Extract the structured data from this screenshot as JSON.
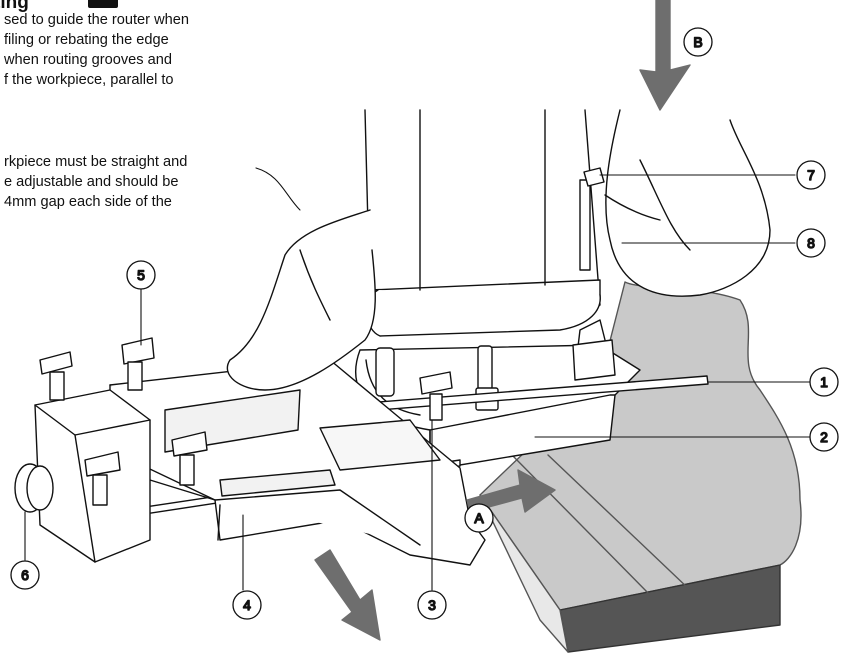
{
  "section": {
    "heading": "ting",
    "paragraph1": [
      "sed to guide the router when",
      "filing or rebating the edge",
      " when routing grooves and",
      "f the workpiece, parallel to"
    ],
    "paragraph2": [
      "rkpiece must be straight and",
      "e adjustable and should be",
      "4mm gap each side of the"
    ]
  },
  "callouts": {
    "c1": "1",
    "c2": "2",
    "c3": "3",
    "c4": "4",
    "c5": "5",
    "c6": "6",
    "c7": "7",
    "c8": "8",
    "cA": "A",
    "cB": "B"
  },
  "colors": {
    "workpiece": "#c9c9c9",
    "workpiece_edge": "#555555",
    "arrow": "#6e6e6e",
    "line": "#111111"
  }
}
